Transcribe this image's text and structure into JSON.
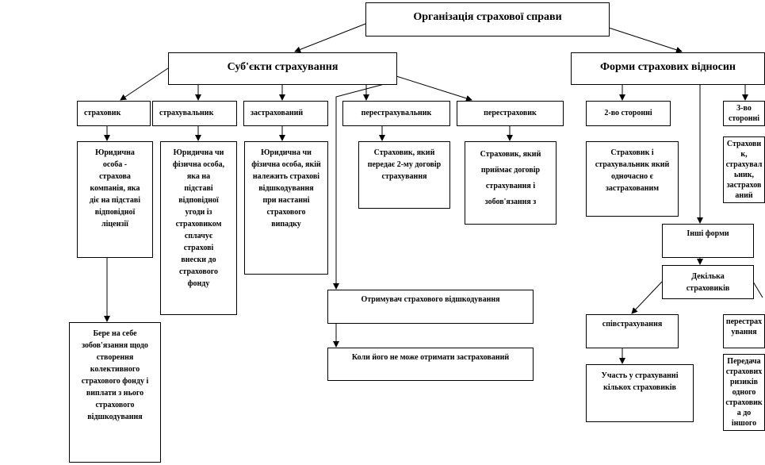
{
  "title": "Організація страхової справи",
  "subjects": {
    "title": "Суб'єкти страхування",
    "items": [
      {
        "label": "страховик",
        "desc": "Юридична особа - страхова компанія, яка діє на підставі відповідної ліцензії"
      },
      {
        "label": "страхувальник",
        "desc": "Юридична чи фізична особа, яка на підставі відповідної угоди із страховиком сплачує страхові внески до страхового фонду"
      },
      {
        "label": "застрахований",
        "desc": "Юридична чи фізична особа, якій належить страхові відшкодування при настанні страхового випадку"
      },
      {
        "label": "перестрахувальник",
        "desc": "Страховик, який передає 2-му договір страхування"
      },
      {
        "label": "перестраховик",
        "desc": "Страховик, який приймає договір страхування і зобов'язання з"
      }
    ],
    "insurer_duty": "Бере на себе зобов'язання щодо створення колективного страхового фонду і виплати з нього страхового відшкодування",
    "recipient": "Отримувач страхового відшкодування",
    "recipient_desc": "Коли його не може отримати застрахований"
  },
  "forms": {
    "title": "Форми страхових відносин",
    "two_sided": "2-во сторонні",
    "two_sided_desc": "Страховик і страхувальник який одночасно є застрахованим",
    "three_sided": "3-во сторонні",
    "three_sided_desc": "Страховик, страхувальник, застрахований",
    "other": "Інші форми",
    "several": "Декілька страховиків",
    "coinsurance": "співстрахування",
    "coinsurance_desc": "Участь у страхуванні кількох страховиків",
    "reinsurance": "перестрахування",
    "reinsurance_desc": "Передача страхових ризиків одного страховика до іншого"
  }
}
